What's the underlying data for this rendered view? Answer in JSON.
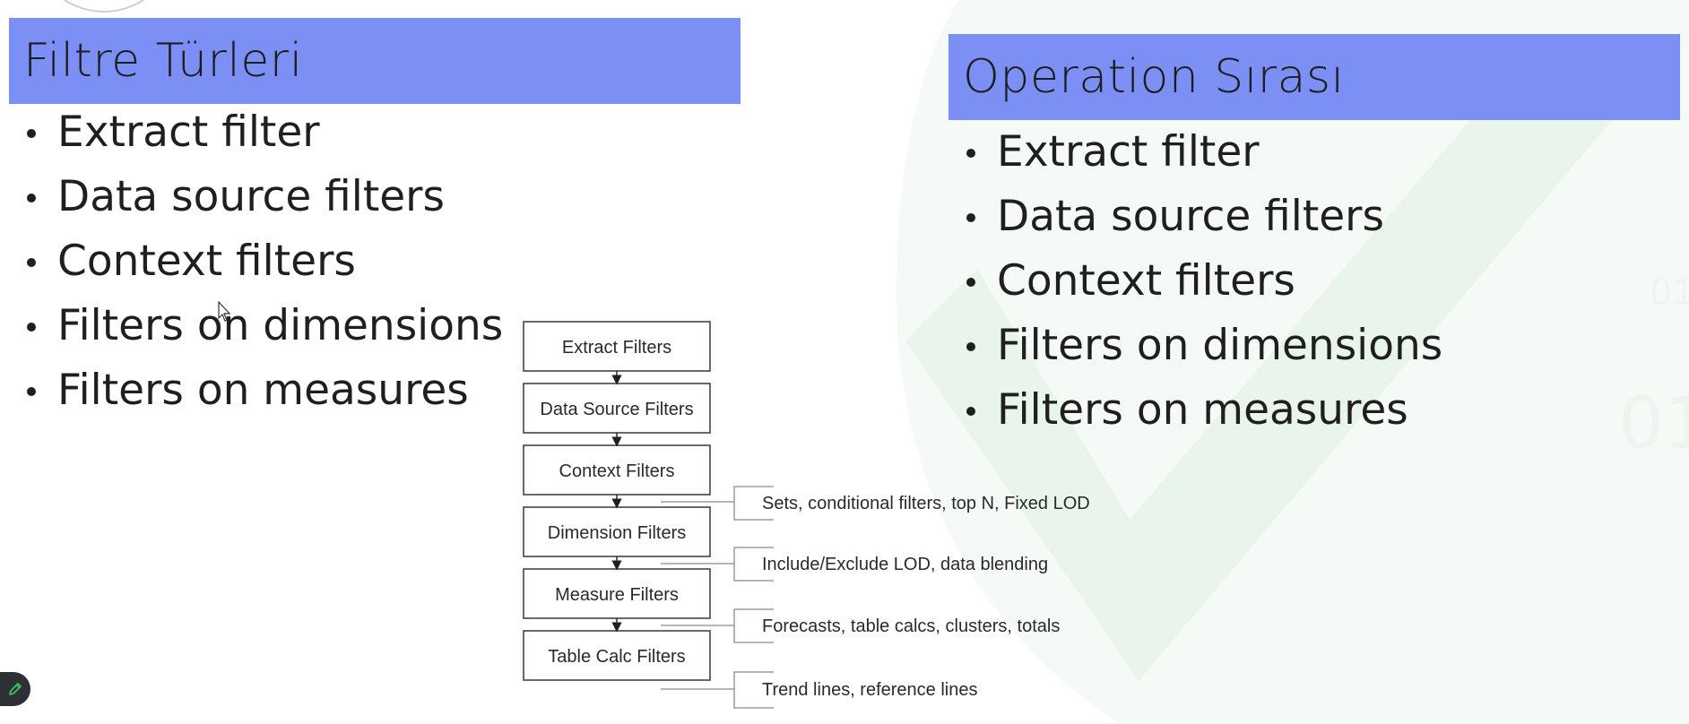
{
  "left": {
    "title": "Filtre Türleri",
    "bullets": [
      "Extract filter",
      "Data source filters",
      "Context filters",
      "Filters on dimensions",
      "Filters on measures"
    ]
  },
  "right": {
    "title": "Operation Sırası",
    "bullets": [
      "Extract filter",
      "Data source filters",
      "Context filters",
      "Filters on dimensions",
      "Filters on measures"
    ]
  },
  "diagram": {
    "boxes": [
      "Extract Filters",
      "Data Source Filters",
      "Context Filters",
      "Dimension Filters",
      "Measure Filters",
      "Table Calc Filters"
    ],
    "notes": [
      "Sets, conditional filters, top N, Fixed LOD",
      "Include/Exclude LOD, data blending",
      "Forecasts, table calcs, clusters, totals",
      "Trend lines, reference lines"
    ]
  },
  "colors": {
    "title_bar": "#7b8ff5",
    "watermark": "#e8f3ea",
    "edit_button": "#2d3034",
    "edit_icon": "#3fbf5f"
  },
  "icons": {
    "cursor": "pointer-cursor-icon",
    "edit": "pencil-icon"
  }
}
